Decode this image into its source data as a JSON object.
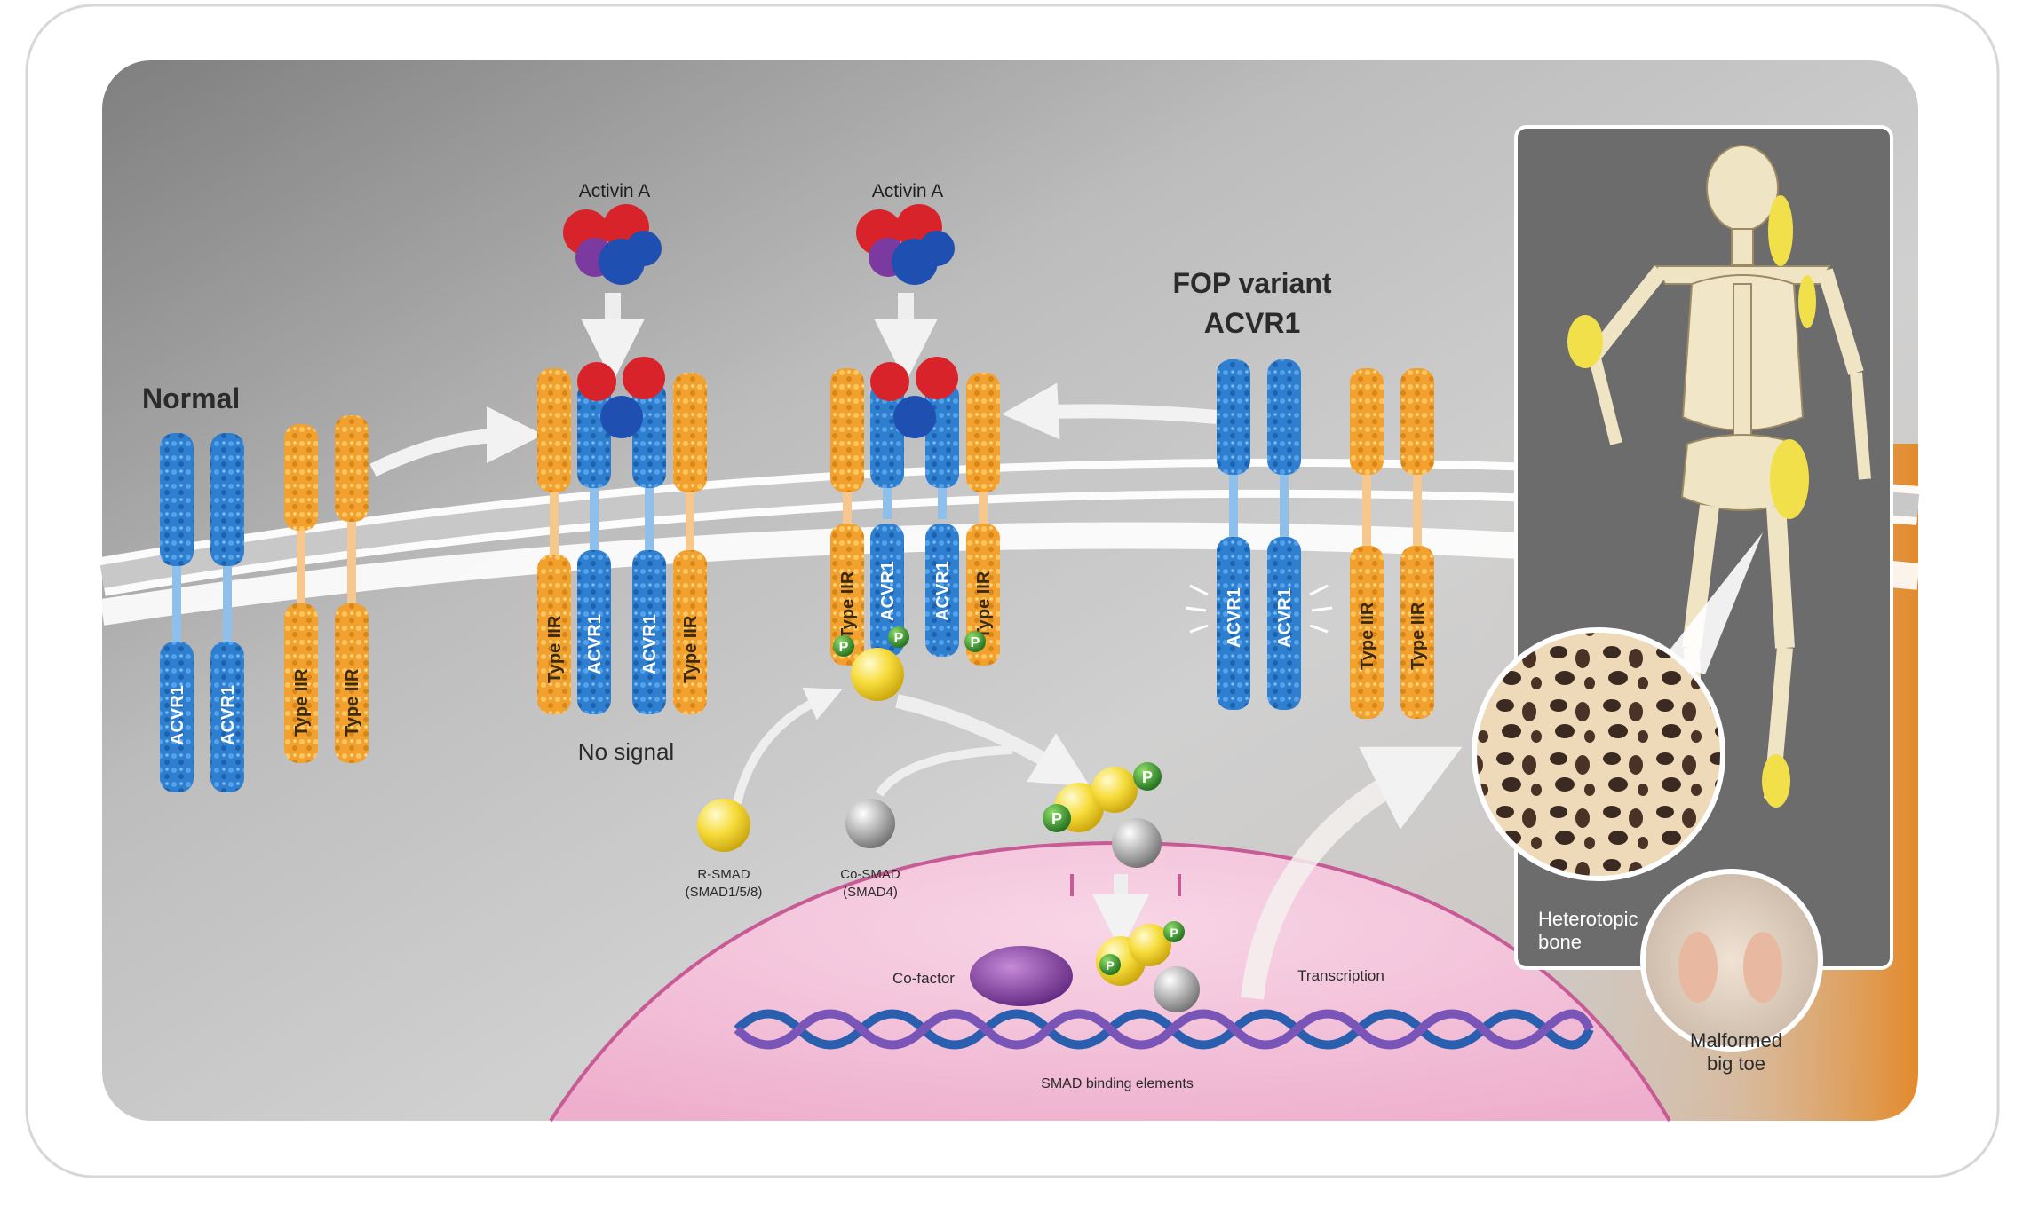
{
  "labels": {
    "normal": "Normal",
    "activin_a_left": "Activin A",
    "activin_a_right": "Activin A",
    "fop_variant_line1": "FOP variant",
    "fop_variant_line2": "ACVR1",
    "no_signal": "No signal",
    "r_smad_line1": "R-SMAD",
    "r_smad_line2": "(SMAD1/5/8)",
    "co_smad_line1": "Co-SMAD",
    "co_smad_line2": "(SMAD4)",
    "co_factor": "Co-factor",
    "transcription": "Transcription",
    "smad_binding": "SMAD binding elements",
    "heterotopic_line1": "Heterotopic",
    "heterotopic_line2": "bone",
    "malformed_line1": "Malformed",
    "malformed_line2": "big toe"
  },
  "receptors": {
    "acvr1": "ACVR1",
    "type2": "Type IIR"
  },
  "phospho": "P",
  "colors": {
    "acvr1_blue": "#2f7fd0",
    "type2_orange": "#f2a12e",
    "activin_red": "#d8232a",
    "activin_blue": "#1f4fb0",
    "activin_purple": "#7a3aa0",
    "smad_yellow": "#f5d93a",
    "smad_grey": "#a9a9a9",
    "phospho_green": "#2f8f2a",
    "nucleus_pink": "#f0b9d6",
    "bone_yellow": "#f2e04a"
  }
}
